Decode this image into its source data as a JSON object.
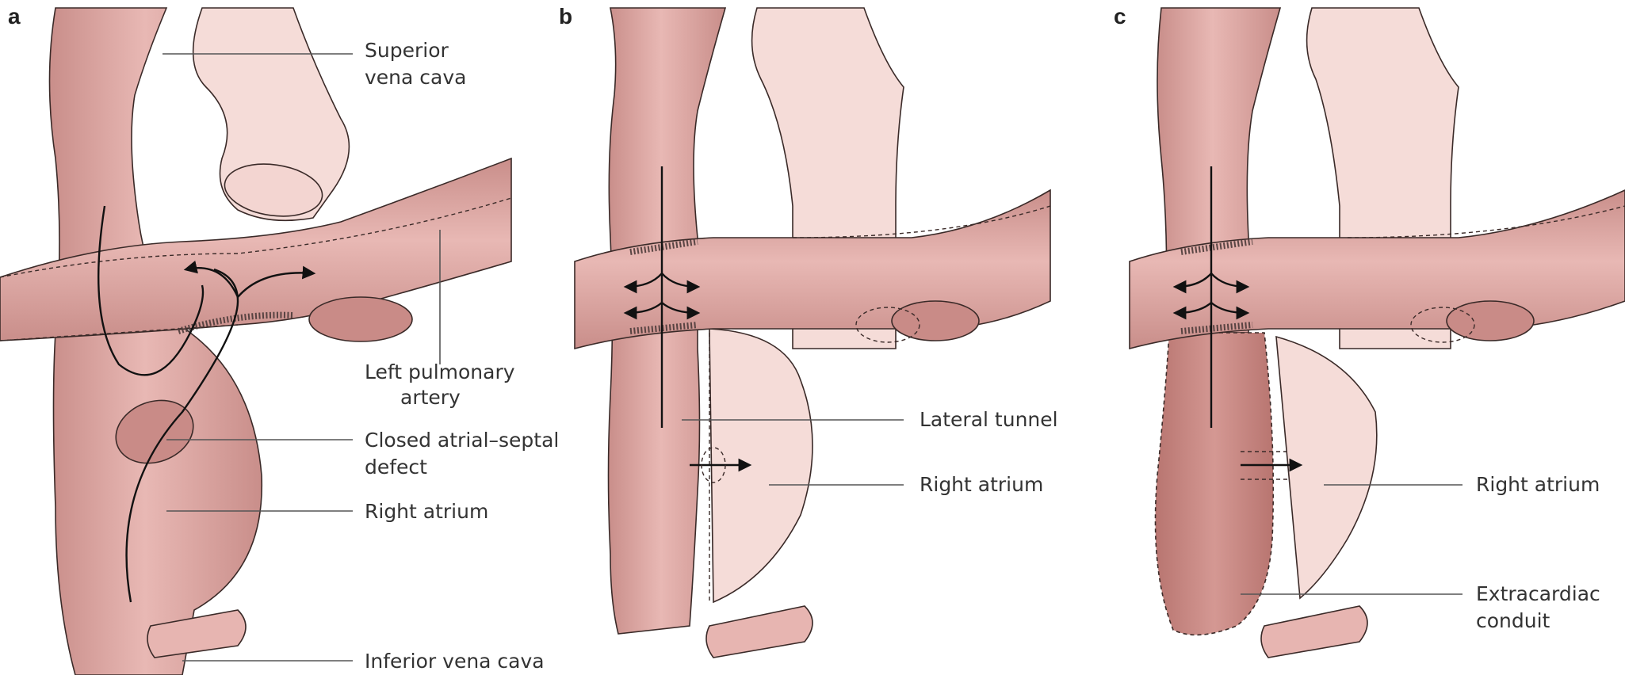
{
  "panels": [
    {
      "letter": "a",
      "labels": {
        "svc": [
          "Superior",
          "vena cava"
        ],
        "lpa": [
          "Left pulmonary",
          "artery"
        ],
        "asd": [
          "Closed atrial–septal",
          "defect"
        ],
        "ra": [
          "Right atrium"
        ],
        "ivc": [
          "Inferior vena cava"
        ]
      }
    },
    {
      "letter": "b",
      "labels": {
        "tunnel": [
          "Lateral tunnel"
        ],
        "ra": [
          "Right atrium"
        ]
      }
    },
    {
      "letter": "c",
      "labels": {
        "ra": [
          "Right atrium"
        ],
        "conduit": [
          "Extracardiac",
          "conduit"
        ]
      }
    }
  ],
  "colors": {
    "vessel": "#dba4a0",
    "vessel_dark": "#c98b87",
    "vessel_light": "#f5dcd8",
    "ink": "#3a2a28"
  }
}
